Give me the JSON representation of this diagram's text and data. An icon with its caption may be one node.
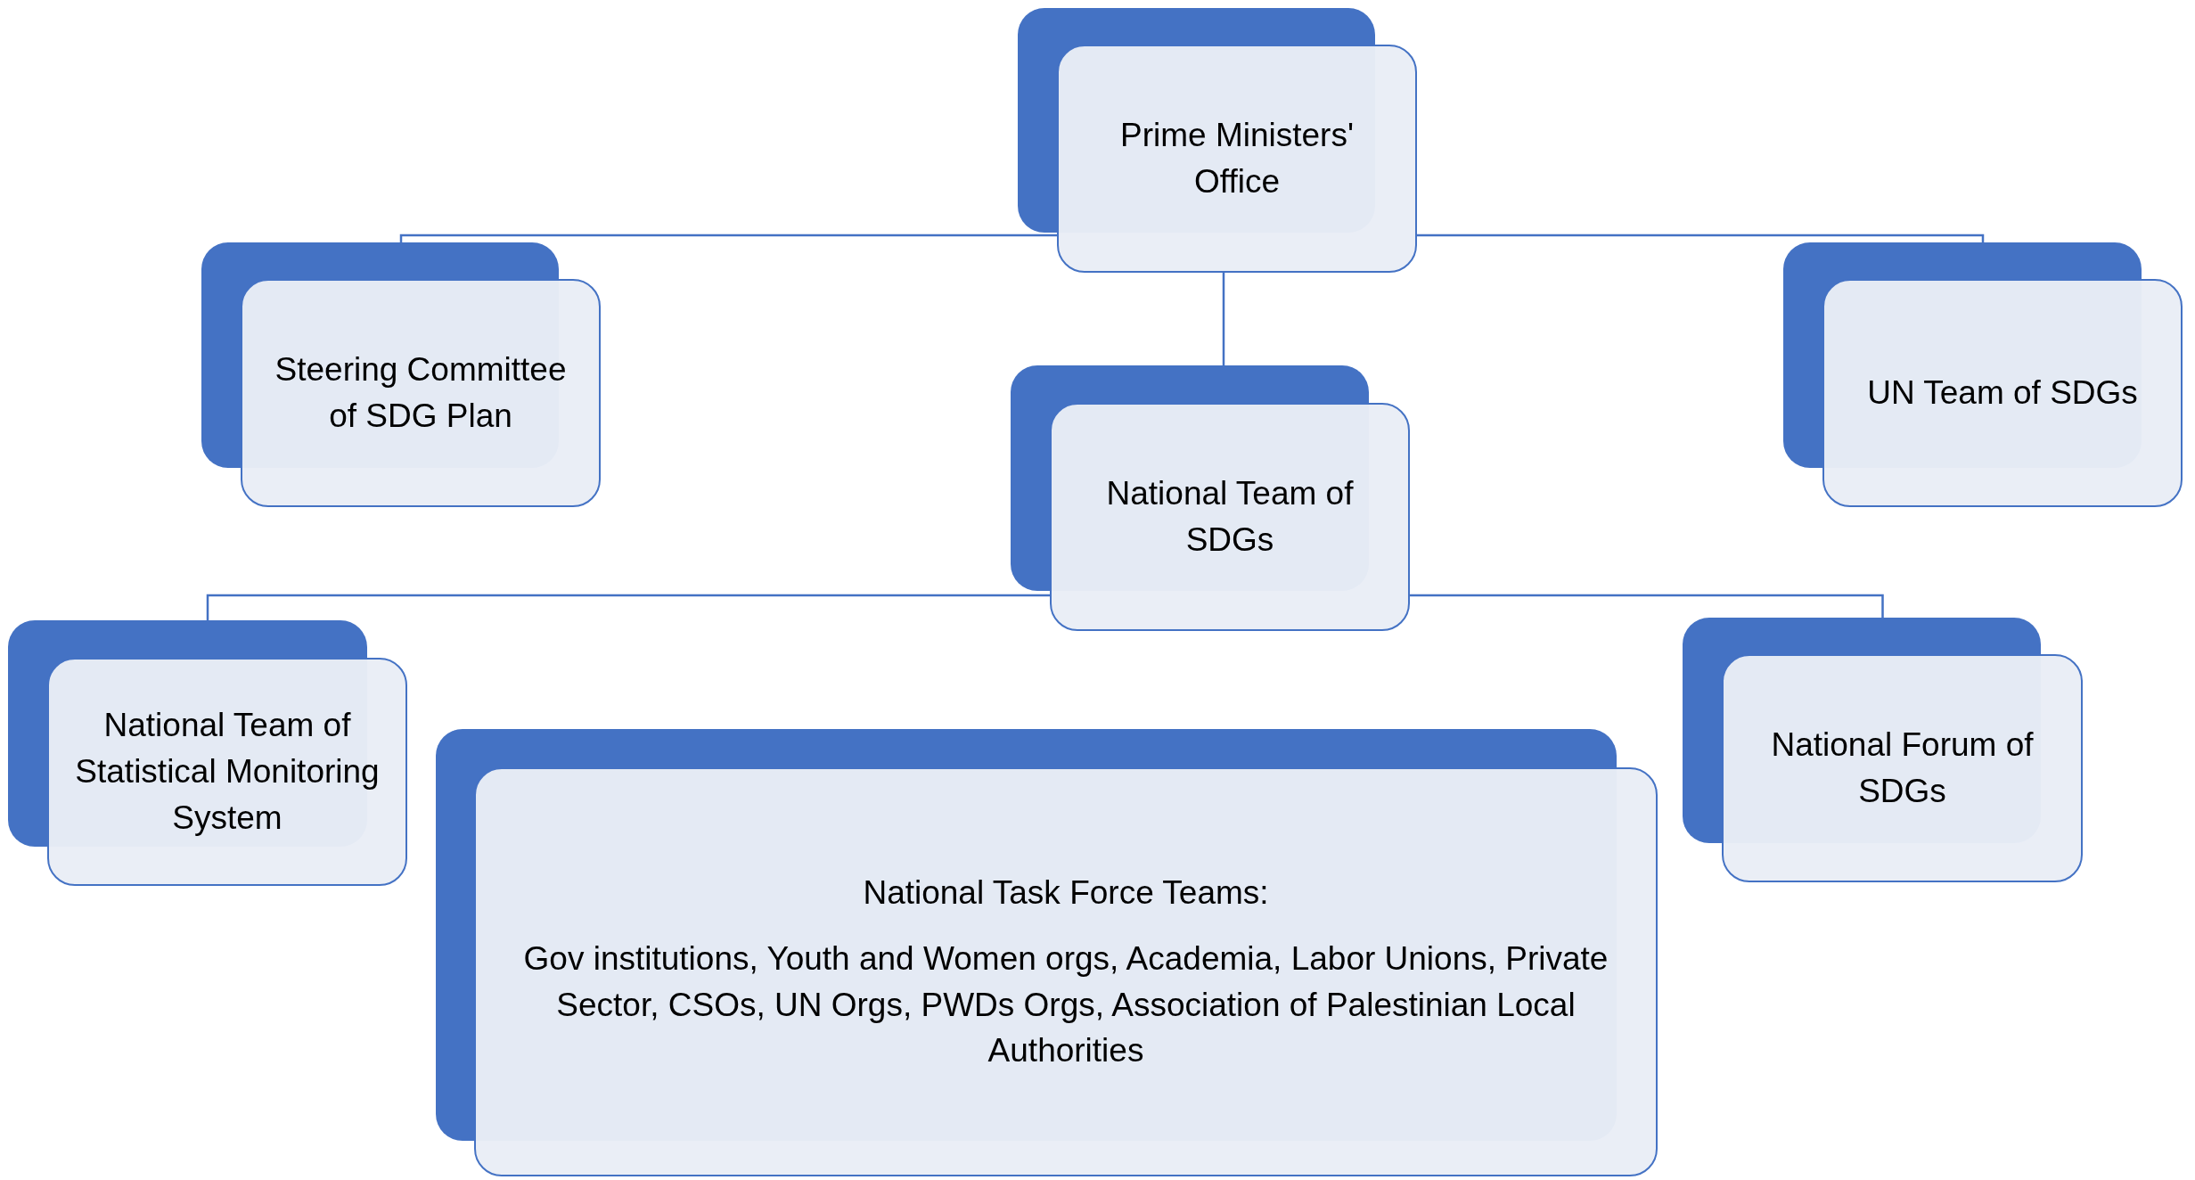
{
  "diagram": {
    "nodes": [
      {
        "text": [
          "Prime Ministers' Office"
        ]
      },
      {
        "text": [
          "Steering Committee of SDG Plan"
        ]
      },
      {
        "text": [
          "National Team of SDGs"
        ]
      },
      {
        "text": [
          "UN Team of SDGs"
        ]
      },
      {
        "text": [
          "National Team of Statistical Monitoring System"
        ]
      },
      {
        "text": [
          "National Forum of SDGs"
        ]
      },
      {
        "text": [
          "National Task Force Teams:",
          "Gov institutions, Youth and Women orgs, Academia, Labor Unions, Private Sector, CSOs, UN Orgs, PWDs Orgs, Association of Palestinian Local Authorities"
        ]
      }
    ],
    "edges": [
      {
        "from": 0,
        "to": 1,
        "arrow": "none"
      },
      {
        "from": 0,
        "to": 2,
        "arrow": "none"
      },
      {
        "from": 0,
        "to": 3,
        "arrow": "none"
      },
      {
        "from": 2,
        "to": 4,
        "arrow": "none"
      },
      {
        "from": 2,
        "to": 5,
        "arrow": "none"
      }
    ]
  }
}
